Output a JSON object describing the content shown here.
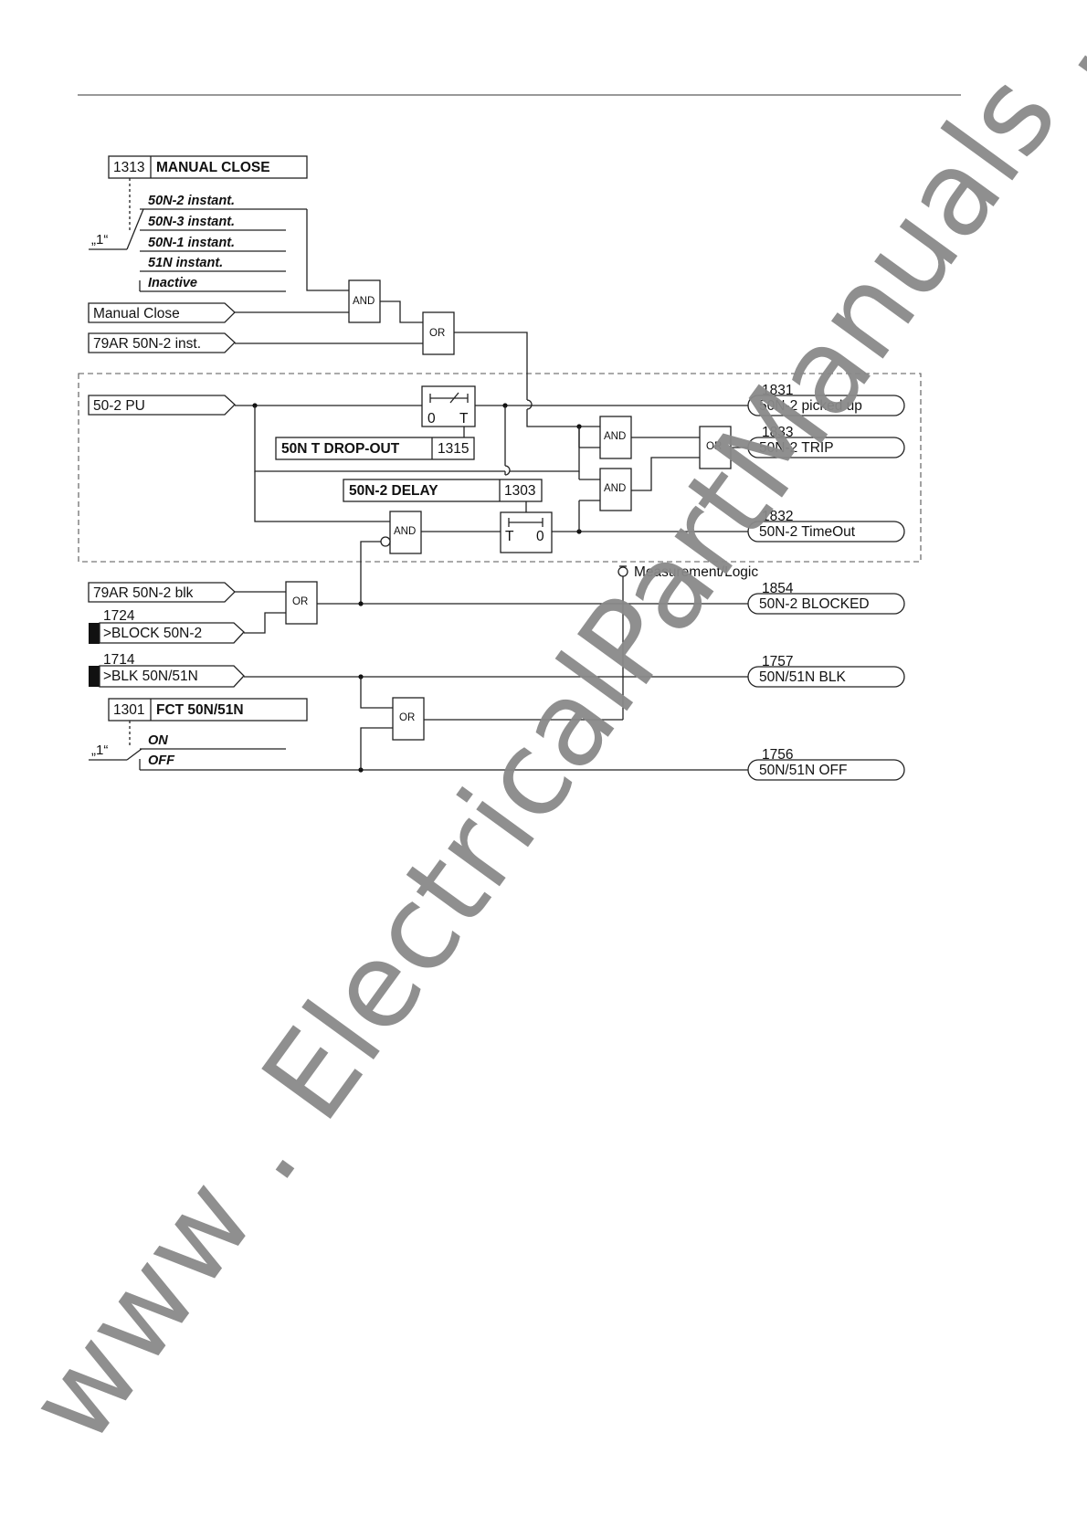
{
  "settings": {
    "manual_close": {
      "address": "1313",
      "title": "MANUAL CLOSE",
      "default_marker": "„1“",
      "options": [
        "50N-2 instant.",
        "50N-3 instant.",
        "50N-1 instant.",
        "51N instant.",
        "Inactive"
      ]
    },
    "dropout": {
      "title": "50N T DROP-OUT",
      "address": "1315"
    },
    "delay": {
      "title": "50N-2 DELAY",
      "address": "1303"
    },
    "function": {
      "address": "1301",
      "title": "FCT 50N/51N",
      "default_marker": "„1“",
      "options": [
        "ON",
        "OFF"
      ]
    }
  },
  "inputs": {
    "manual_close": "Manual Close",
    "ar_inst": "79AR 50N-2 inst.",
    "pickup": "50-2 PU",
    "ar_blk": "79AR 50N-2 blk",
    "block": {
      "number": "1724",
      "label": ">BLOCK 50N-2"
    },
    "blk_all": {
      "number": "1714",
      "label": ">BLK 50N/51N"
    }
  },
  "outputs": {
    "picked_up": {
      "number": "1831",
      "label": "50N-2 picked up"
    },
    "trip": {
      "number": "1833",
      "label": "50N-2 TRIP"
    },
    "timeout": {
      "number": "1832",
      "label": "50N-2 TimeOut"
    },
    "blocked": {
      "number": "1854",
      "label": "50N-2 BLOCKED"
    },
    "blk": {
      "number": "1757",
      "label": "50N/51N BLK"
    },
    "off": {
      "number": "1756",
      "label": "50N/51N OFF"
    }
  },
  "gates": {
    "and": "AND",
    "or": "OR"
  },
  "timer": {
    "dropout_left": "0",
    "dropout_right": "T",
    "delay_left": "T",
    "delay_right": "0"
  },
  "measurement_logic": "Measurement/Logic",
  "watermark": "www . ElectricalPartManuals . com",
  "colors": {
    "line": "#222222",
    "watermark": "#8a8a8a"
  }
}
